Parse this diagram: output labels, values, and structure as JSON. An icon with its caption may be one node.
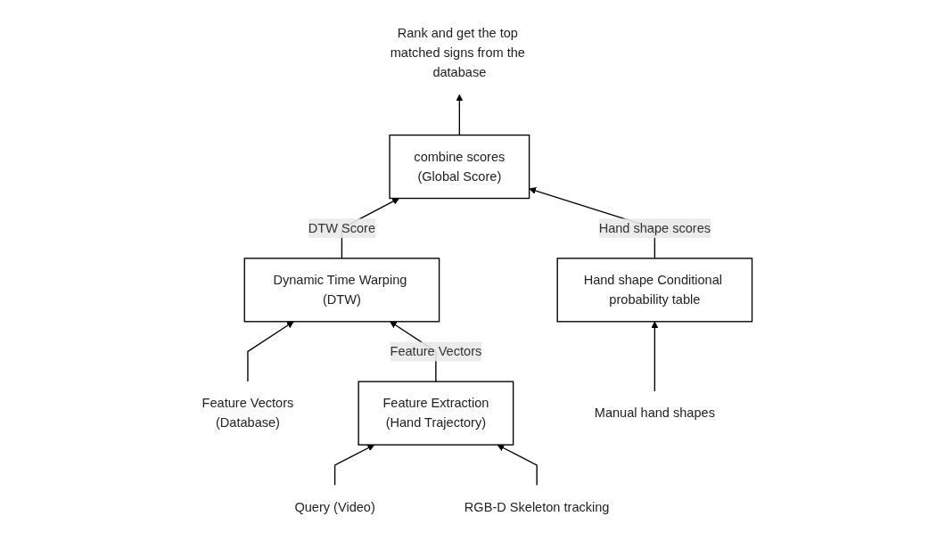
{
  "diagram": {
    "nodes": [
      {
        "text": [
          "Feature Vectors",
          "(Database)"
        ]
      },
      {
        "text": [
          "Dynamic Time Warping (DTW)"
        ]
      },
      {
        "text": [
          "combine scores",
          "(Global Score)"
        ]
      },
      {
        "text": [
          "Rank and get the top matched signs from the database"
        ]
      },
      {
        "text": [
          "Query (Video)"
        ]
      },
      {
        "text": [
          "Feature Extraction",
          "(Hand Trajectory)"
        ]
      },
      {
        "text": [
          "Hand shape Conditional probability table"
        ]
      },
      {
        "text": [
          "RGB-D Skeleton tracking"
        ]
      },
      {
        "text": [
          "Manual hand shapes"
        ]
      }
    ],
    "edges": [
      {
        "from": 0,
        "to": 1,
        "arrow": "to"
      },
      {
        "from": 1,
        "to": 2,
        "arrow": "to",
        "label": "DTW Score"
      },
      {
        "from": 2,
        "to": 3,
        "arrow": "to"
      },
      {
        "from": 4,
        "to": 5,
        "arrow": "to"
      },
      {
        "from": 5,
        "to": 1,
        "arrow": "to",
        "label": "Feature Vectors"
      },
      {
        "from": 6,
        "to": 2,
        "arrow": "to",
        "label": "Hand shape scores"
      },
      {
        "from": 7,
        "to": 5,
        "arrow": "to"
      },
      {
        "from": 8,
        "to": 6,
        "arrow": "to"
      }
    ]
  }
}
